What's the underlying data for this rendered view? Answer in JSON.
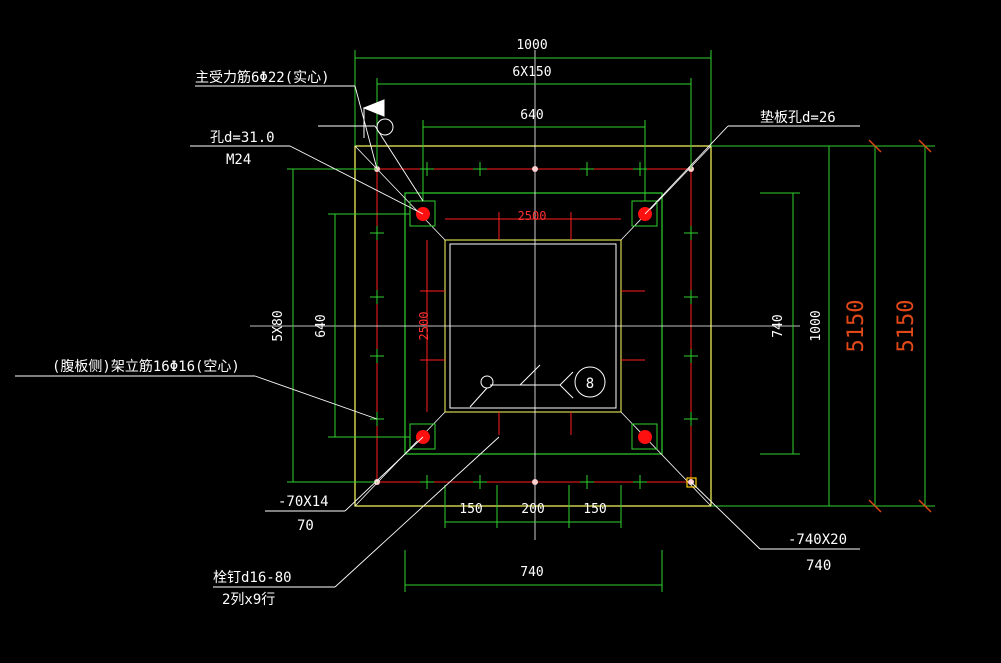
{
  "labels": {
    "main_rebar": "主受力筋6Φ22(实心)",
    "hole_d": "孔d=31.0",
    "bolt_m": "M24",
    "pad_hole": "垫板孔d=26",
    "web_rebar": "(腹板侧)架立筋16Φ16(空心)",
    "plate_left_top": "-70X14",
    "plate_left_bot": "70",
    "stud_top": "栓钉d16-80",
    "stud_bot": "2列x9行",
    "plate_right_top": "-740X20",
    "plate_right_bot": "740",
    "callout_number": "8"
  },
  "dims": {
    "top_1000": "1000",
    "top_6x150": "6X150",
    "top_640": "640",
    "red_2500_h": "2500",
    "red_2500_v": "2500",
    "left_5x80": "5X80",
    "left_640": "640",
    "right_740": "740",
    "right_1000": "1000",
    "right_5150_a": "5150",
    "right_5150_b": "5150",
    "bot_150_l": "150",
    "bot_200": "200",
    "bot_150_r": "150",
    "bot_740": "740"
  },
  "colors": {
    "background": "#000000",
    "plate_outline": "#ffff60",
    "green_lines": "#30d030",
    "red_lines": "#ff2020",
    "text": "#ffffff",
    "big_dim": "#e04818"
  }
}
